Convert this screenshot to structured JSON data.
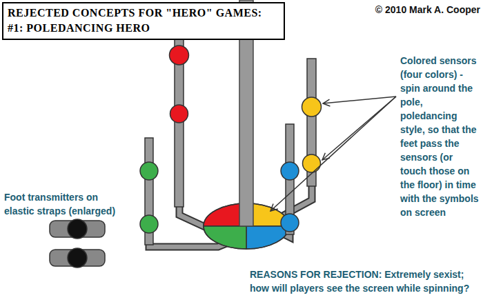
{
  "diagram": {
    "title": "REJECTED CONCEPTS FOR \"HERO\" GAMES: #1: POLEDANCING HERO",
    "labels": [
      "© 2010 Mark A. Cooper",
      "Colored sensors (four colors) - spin around the pole, poledancing style, so that the feet pass the sensors (or touch those on the floor) in time with the symbols on screen",
      "Foot transmitters on elastic straps (enlarged)",
      "REASONS FOR REJECTION: Extremely sexist; how will players see the screen while spinning?"
    ]
  }
}
